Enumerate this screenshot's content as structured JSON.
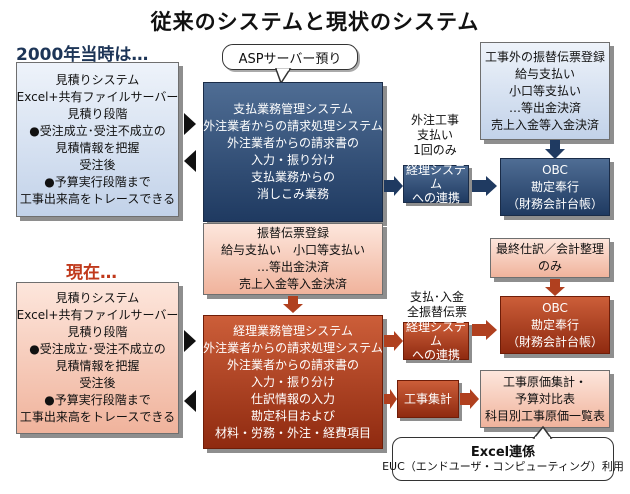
{
  "title": "従来のシステムと現状のシステム",
  "period_2000": "2000年当時は…",
  "period_now": "現在…",
  "asp_label": "ASPサーバー預り",
  "colors": {
    "navy": "#1f3a61",
    "light_blue": "#c2d2e9",
    "rust": "#8f2a10",
    "light_orange": "#f0b39c",
    "period_now_text": "#c0391b",
    "period_2000_text": "#1d3557"
  },
  "top": {
    "estimate": [
      "見積りシステム",
      "Excel+共有ファイルサーバー",
      "見積り段階",
      "●受注成立･受注不成立の",
      "見積情報を把握",
      "受注後",
      "●予算実行段階まで",
      "工事出来高をトレースできる"
    ],
    "payment_mgmt": [
      "支払業務管理システム",
      "外注業者からの請求処理システム",
      "外注業者からの請求書の",
      "入力・振り分け",
      "支払業務からの",
      "消しこみ業務"
    ],
    "outside_transfer": [
      "工事外の振替伝票登録",
      "給与支払い",
      "小口等支払い",
      "…等出金決済",
      "売上入金等入金決済"
    ],
    "connect_label": [
      "外注工事",
      "支払い",
      "1回のみ"
    ],
    "connect": [
      "経理システム",
      "への連携"
    ],
    "obc": [
      "OBC",
      "勘定奉行",
      "（財務会計台帳）"
    ]
  },
  "bottom": {
    "estimate": [
      "見積りシステム",
      "Excel+共有ファイルサーバー",
      "見積り段階",
      "●受注成立･受注不成立の",
      "見積情報を把握",
      "受注後",
      "●予算実行段階まで",
      "工事出来高をトレースできる"
    ],
    "transfer": [
      "振替伝票登録",
      "給与支払い　小口等支払い",
      "…等出金決済",
      "売上入金等入金決済"
    ],
    "final_journal": [
      "最終仕訳／会計整理",
      "のみ"
    ],
    "connect_label": [
      "支払･入金",
      "全振替伝票"
    ],
    "connect": [
      "経理システム",
      "への連携"
    ],
    "obc": [
      "OBC",
      "勘定奉行",
      "（財務会計台帳）"
    ],
    "accounting_mgmt": [
      "経理業務管理システム",
      "外注業者からの請求処理システム",
      "外注業者からの請求書の",
      "入力・振り分け",
      "仕訳情報の入力",
      "勘定科目および",
      "材料・労務・外注・経費項目"
    ],
    "construction_agg": "工事集計",
    "cost_summary": [
      "工事原価集計・",
      "予算対比表",
      "科目別工事原価一覧表"
    ],
    "excel_link": [
      "Excel連係",
      "EUC（エンドユーザ・コンピューティング）利用"
    ]
  }
}
